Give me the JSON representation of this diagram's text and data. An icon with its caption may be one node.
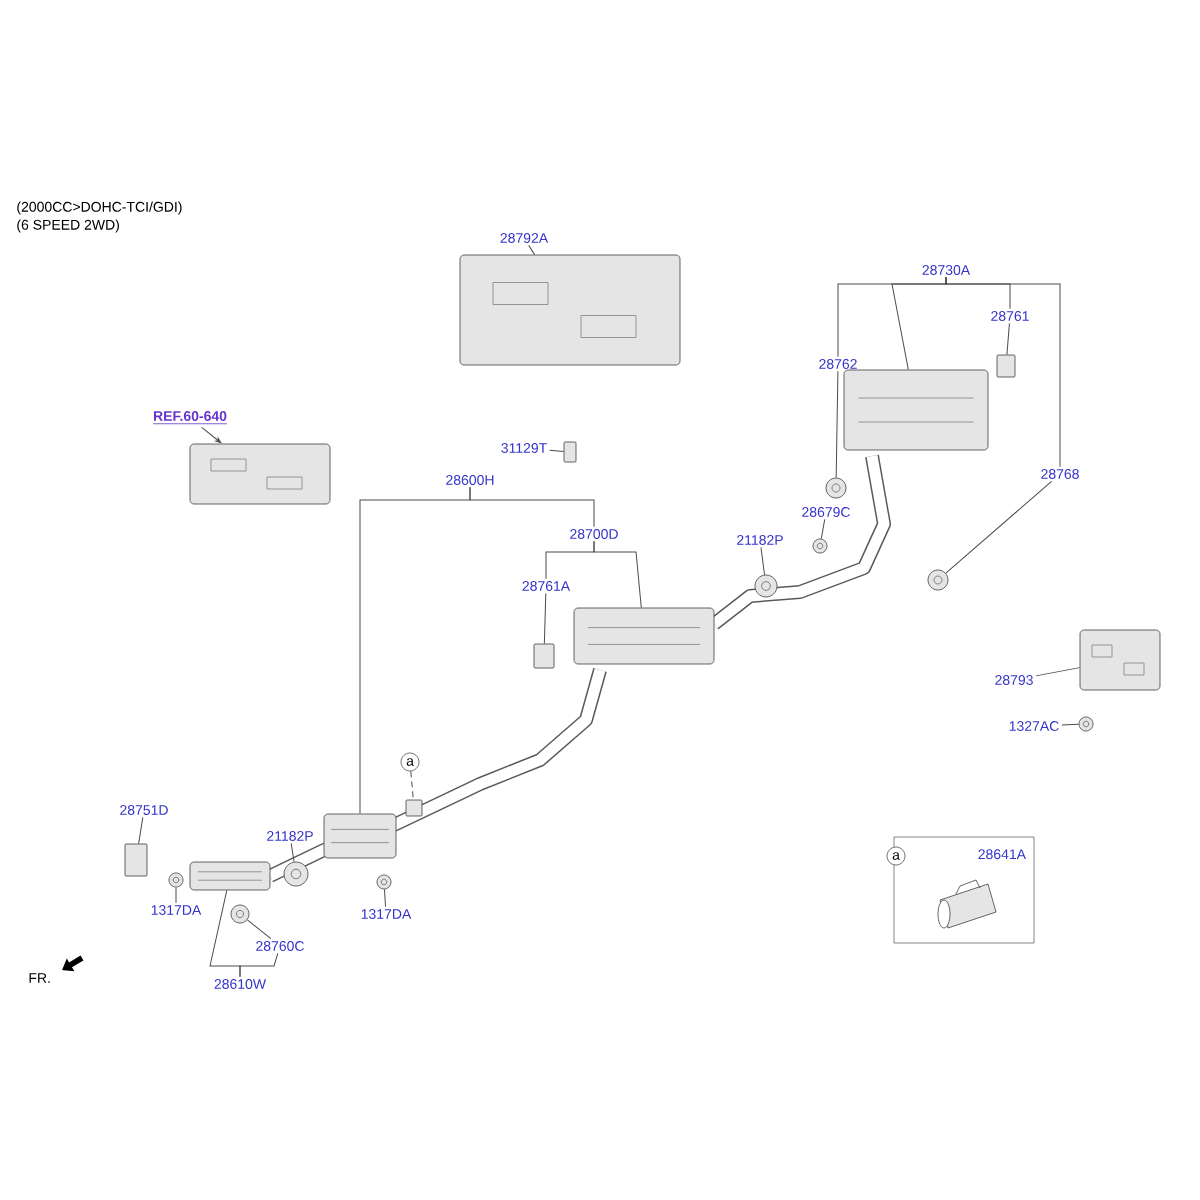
{
  "diagram": {
    "nodes": [
      {
        "text": [
          "28792A"
        ]
      },
      {
        "text": [],
        "shape": "picture"
      },
      {
        "text": [
          "REF.60-640"
        ]
      },
      {
        "text": [],
        "shape": "picture"
      },
      {
        "text": [
          "31129T"
        ]
      },
      {
        "text": [],
        "shape": "box"
      },
      {
        "text": [
          "28730A"
        ]
      },
      {
        "text": [
          "28761"
        ]
      },
      {
        "text": [],
        "shape": "box"
      },
      {
        "text": [
          "28762"
        ]
      },
      {
        "text": [],
        "shape": "picture"
      },
      {
        "text": [],
        "shape": "circle"
      },
      {
        "text": [
          "28768"
        ]
      },
      {
        "text": [
          "28600H"
        ]
      },
      {
        "text": [
          "28700D"
        ]
      },
      {
        "text": [
          "21182P"
        ]
      },
      {
        "text": [
          "28679C"
        ]
      },
      {
        "text": [],
        "shape": "circle"
      },
      {
        "text": [],
        "shape": "circle"
      },
      {
        "text": [],
        "shape": "circle"
      },
      {
        "text": [
          "28761A"
        ]
      },
      {
        "text": [],
        "shape": "box"
      },
      {
        "text": [],
        "shape": "picture"
      },
      {
        "text": [
          "28793"
        ]
      },
      {
        "text": [],
        "shape": "picture"
      },
      {
        "text": [
          "1327AC"
        ]
      },
      {
        "text": [],
        "shape": "circle"
      },
      {
        "text": [
          "a"
        ]
      },
      {
        "text": [],
        "shape": "picture"
      },
      {
        "text": [
          "28751D"
        ]
      },
      {
        "text": [],
        "shape": "box"
      },
      {
        "text": [
          "1317DA"
        ]
      },
      {
        "text": [],
        "shape": "circle"
      },
      {
        "text": [
          "21182P"
        ]
      },
      {
        "text": [],
        "shape": "circle"
      },
      {
        "text": [
          "1317DA"
        ]
      },
      {
        "text": [],
        "shape": "circle"
      },
      {
        "text": [],
        "shape": "picture"
      },
      {
        "text": [],
        "shape": "circle"
      },
      {
        "text": [
          "28760C"
        ]
      },
      {
        "text": [
          "28610W"
        ]
      },
      {
        "text": [
          "28641A"
        ]
      },
      {
        "text": [
          "a"
        ],
        "in": 41
      },
      {
        "text": [],
        "shape": "box"
      }
    ],
    "edges": [
      {
        "from": 0,
        "to": 1,
        "arrow": "none"
      },
      {
        "from": 2,
        "to": 3,
        "arrow": "to"
      },
      {
        "from": 4,
        "to": 5,
        "arrow": "none"
      },
      {
        "from": 6,
        "to": 9,
        "arrow": "none"
      },
      {
        "from": 6,
        "to": 10,
        "arrow": "none"
      },
      {
        "from": 6,
        "to": 7,
        "arrow": "none"
      },
      {
        "from": 6,
        "to": 12,
        "arrow": "none"
      },
      {
        "from": 9,
        "to": 11,
        "arrow": "none"
      },
      {
        "from": 7,
        "to": 8,
        "arrow": "none"
      },
      {
        "from": 12,
        "to": 19,
        "arrow": "none"
      },
      {
        "from": 16,
        "to": 17,
        "arrow": "none"
      },
      {
        "from": 15,
        "to": 18,
        "arrow": "none"
      },
      {
        "from": 13,
        "to": 14,
        "arrow": "none"
      },
      {
        "from": 13,
        "to": 28,
        "arrow": "none"
      },
      {
        "from": 14,
        "to": 20,
        "arrow": "none"
      },
      {
        "from": 14,
        "to": 22,
        "arrow": "none"
      },
      {
        "from": 20,
        "to": 21,
        "arrow": "none"
      },
      {
        "from": 23,
        "to": 24,
        "arrow": "none"
      },
      {
        "from": 25,
        "to": 26,
        "arrow": "none"
      },
      {
        "from": 27,
        "to": 43,
        "arrow": "none",
        "style": "dashed"
      },
      {
        "from": 29,
        "to": 30,
        "arrow": "none"
      },
      {
        "from": 31,
        "to": 32,
        "arrow": "none"
      },
      {
        "from": 33,
        "to": 34,
        "arrow": "none"
      },
      {
        "from": 35,
        "to": 36,
        "arrow": "none"
      },
      {
        "from": 40,
        "to": 37,
        "arrow": "none"
      },
      {
        "from": 40,
        "to": 39,
        "arrow": "none"
      },
      {
        "from": 39,
        "to": 38,
        "arrow": "none"
      }
    ],
    "labels": [
      "(2000CC>DOHC-TCI/GDI)",
      "(6 SPEED 2WD)",
      "FR."
    ]
  }
}
